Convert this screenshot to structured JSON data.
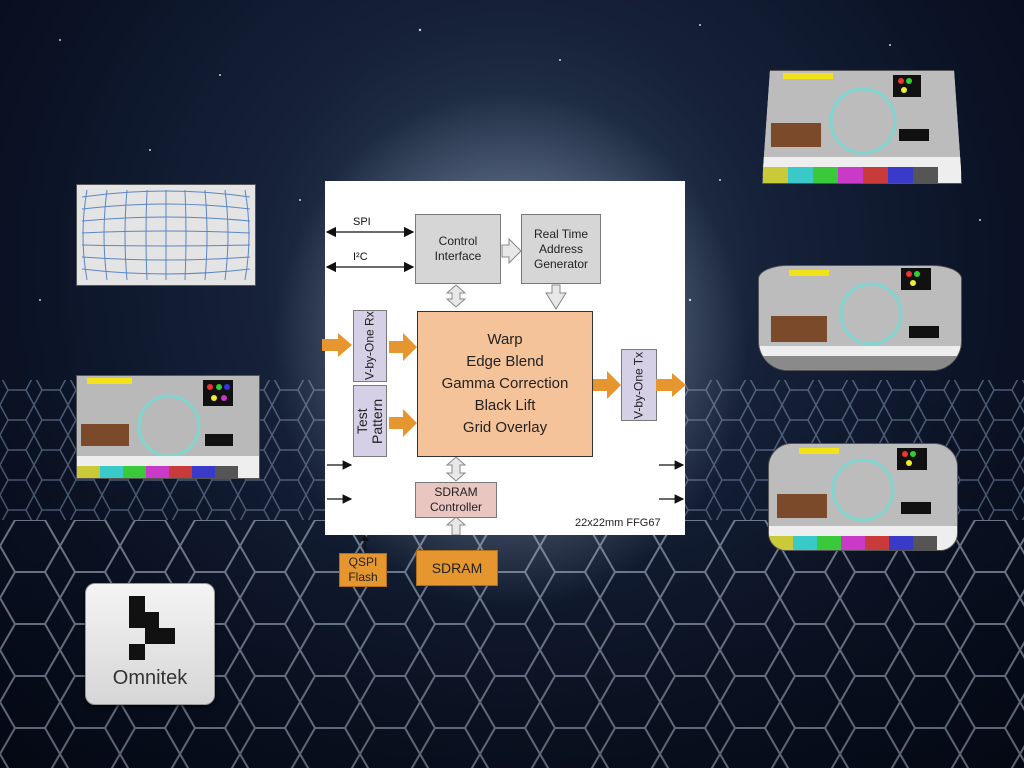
{
  "diagram": {
    "spi": "SPI",
    "i2c": "I²C",
    "control_interface": "Control Interface",
    "rt_address_generator": "Real Time Address Generator",
    "vbyone_rx": "V-by-One Rx",
    "test_pattern": "Test Pattern",
    "core_functions": [
      "Warp",
      "Edge Blend",
      "Gamma Correction",
      "Black Lift",
      "Grid Overlay"
    ],
    "vbyone_tx": "V-by-One Tx",
    "sdram_controller": "SDRAM Controller",
    "package": "22x22mm FFG67",
    "qspi_flash": "QSPI Flash",
    "sdram": "SDRAM"
  },
  "logo": {
    "text": "Omnitek"
  },
  "colors": {
    "core": "#f5c39a",
    "orange": "#e6962e",
    "grey": "#d6d6d6",
    "lavender": "#d6d0e6"
  }
}
